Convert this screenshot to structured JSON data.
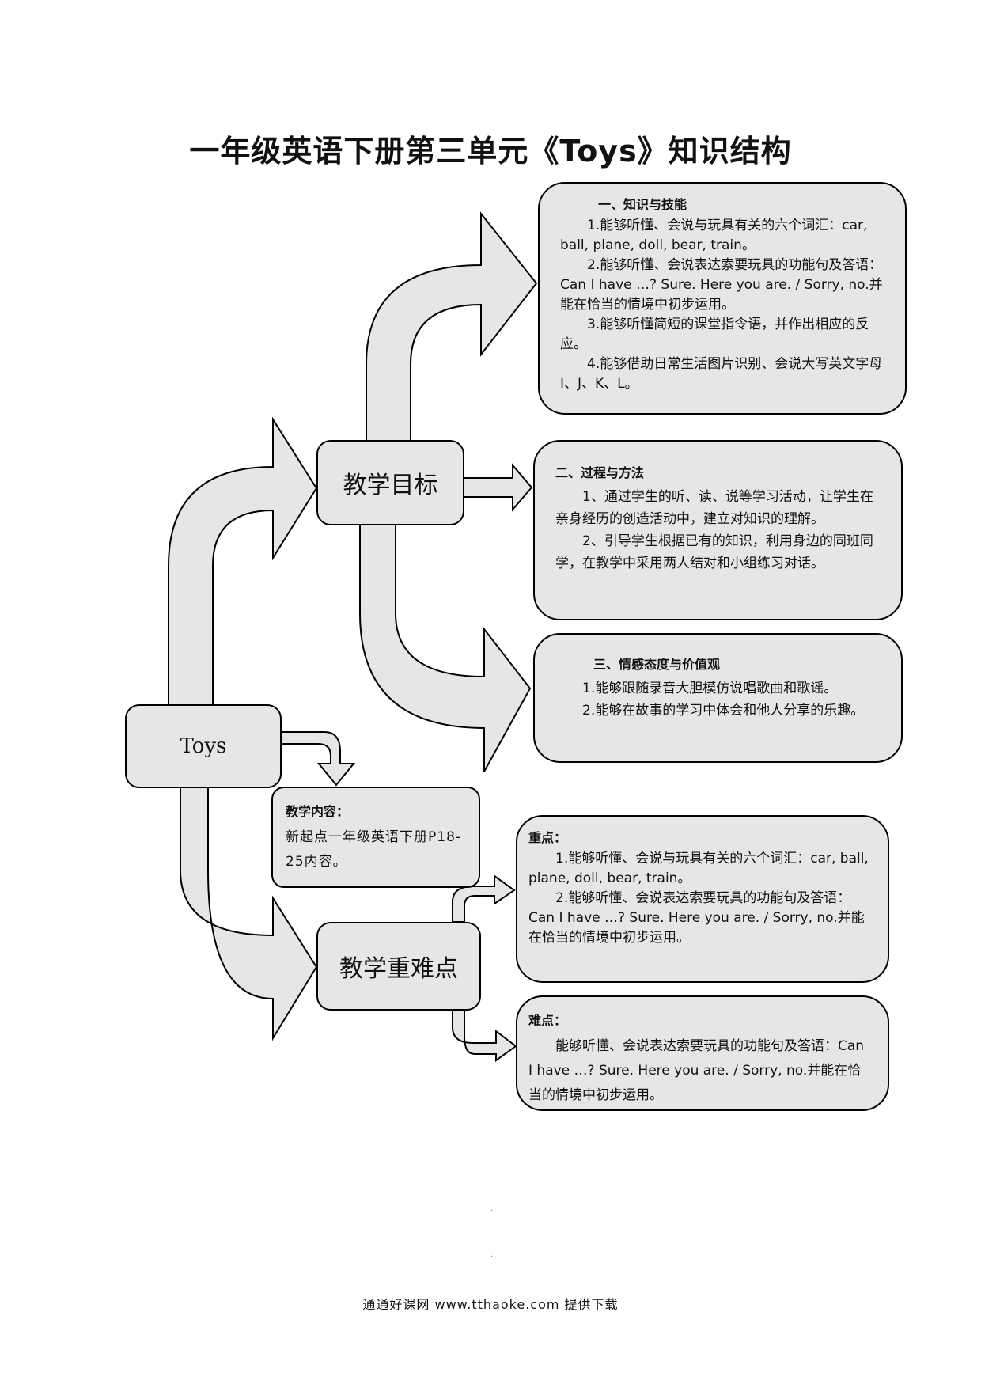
{
  "title": "一年级英语下册第三单元《Toys》知识结构",
  "nodes": {
    "toys": "Toys",
    "goals": "教学目标",
    "key_points": "教学重难点"
  },
  "goals": {
    "knowledge": {
      "heading": "一、知识与技能",
      "items": [
        "1.能够听懂、会说与玩具有关的六个词汇：car, ball, plane, doll, bear, train。",
        "2.能够听懂、会说表达索要玩具的功能句及答语：Can I have …? Sure. Here you are. / Sorry, no.并能在恰当的情境中初步运用。",
        "3.能够听懂简短的课堂指令语，并作出相应的反应。",
        "4.能够借助日常生活图片识别、会说大写英文字母I、J、K、L。"
      ]
    },
    "process": {
      "heading": "二、过程与方法",
      "items": [
        "1、通过学生的听、读、说等学习活动，让学生在亲身经历的创造活动中，建立对知识的理解。",
        "2、引导学生根据已有的知识，利用身边的同班同学，在教学中采用两人结对和小组练习对话。"
      ]
    },
    "emotion": {
      "heading": "三、情感态度与价值观",
      "items": [
        "1.能够跟随录音大胆模仿说唱歌曲和歌谣。",
        "2.能够在故事的学习中体会和他人分享的乐趣。"
      ]
    }
  },
  "content": {
    "heading": "教学内容：",
    "text": "新起点一年级英语下册P18-25内容。"
  },
  "key": {
    "heading": "重点：",
    "items": [
      "1.能够听懂、会说与玩具有关的六个词汇：car, ball, plane, doll, bear, train。",
      "2.能够听懂、会说表达索要玩具的功能句及答语：Can I have …? Sure. Here you are. / Sorry, no.并能在恰当的情境中初步运用。"
    ]
  },
  "difficult": {
    "heading": "难点：",
    "text": "能够听懂、会说表达索要玩具的功能句及答语：Can I have …? Sure. Here you are. / Sorry, no.并能在恰当的情境中初步运用。"
  },
  "footer": "通通好课网 www.tthaoke.com 提供下载",
  "colors": {
    "fill": "#e6e6e6",
    "stroke": "#000000"
  }
}
